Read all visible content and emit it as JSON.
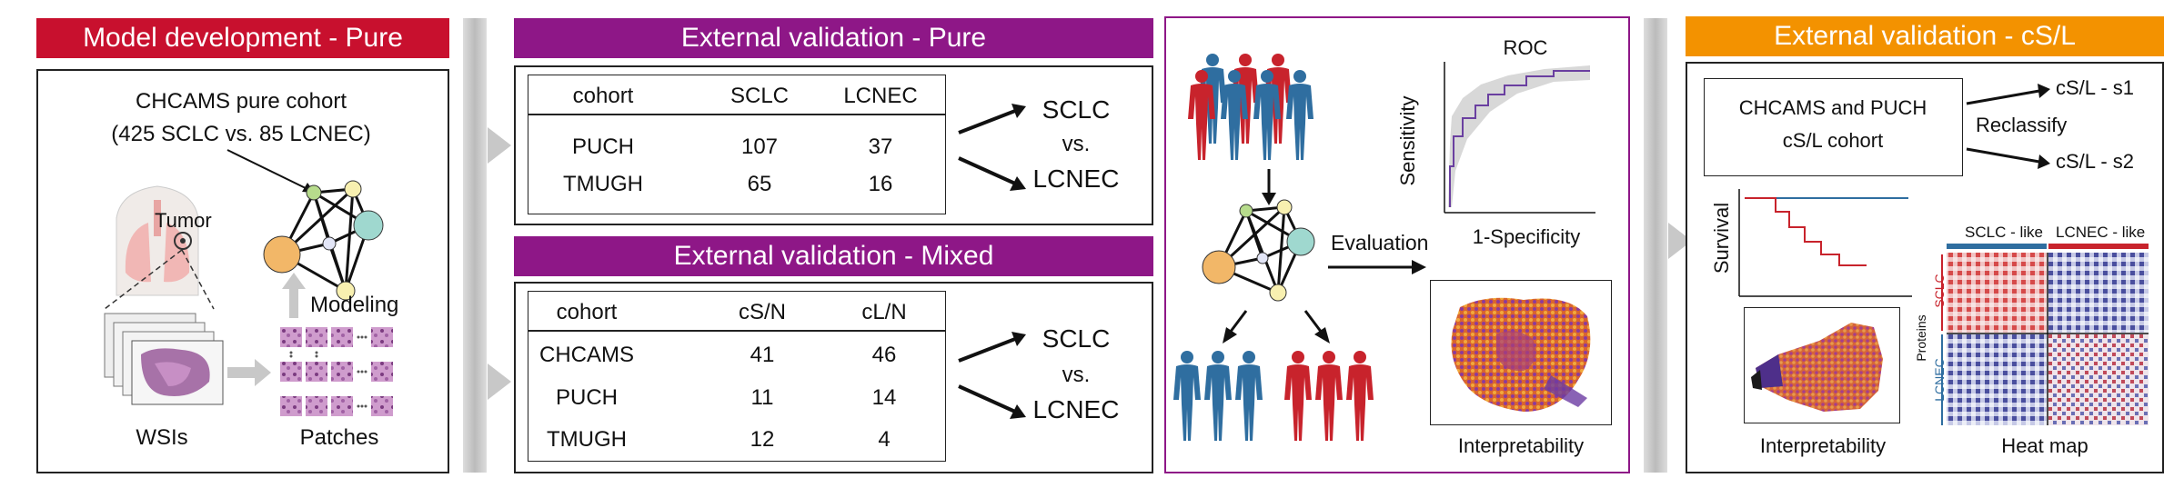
{
  "colors": {
    "dev_red": "#c8102e",
    "ext_purple": "#8e1787",
    "cs_orange": "#f39200",
    "sclc_blue": "#2f6ea0",
    "lcnec_red": "#c8232c"
  },
  "panel_dev": {
    "title": "Model development - Pure",
    "cohort_line1": "CHCAMS pure cohort",
    "cohort_line2": "(425 SCLC vs. 85 LCNEC)",
    "tumor": "Tumor",
    "modeling": "Modeling",
    "wsis": "WSIs",
    "patches": "Patches"
  },
  "panel_pure": {
    "title": "External validation - Pure",
    "headers": [
      "cohort",
      "SCLC",
      "LCNEC"
    ],
    "rows": [
      [
        "PUCH",
        "107",
        "37"
      ],
      [
        "TMUGH",
        "65",
        "16"
      ]
    ],
    "out1": "SCLC",
    "out2": "vs.",
    "out3": "LCNEC"
  },
  "panel_mixed": {
    "title": "External validation - Mixed",
    "headers": [
      "cohort",
      "cS/N",
      "cL/N"
    ],
    "rows": [
      [
        "CHCAMS",
        "41",
        "46"
      ],
      [
        "PUCH",
        "11",
        "14"
      ],
      [
        "TMUGH",
        "12",
        "4"
      ]
    ],
    "out1": "SCLC",
    "out2": "vs.",
    "out3": "LCNEC"
  },
  "panel_eval": {
    "roc_title": "ROC",
    "y_label": "Sensitivity",
    "x_label": "1-Specificity",
    "evaluation": "Evaluation",
    "interpretability": "Interpretability"
  },
  "panel_cs": {
    "title": "External validation - cS/L",
    "cohort_line1": "CHCAMS and PUCH",
    "cohort_line2": "cS/L cohort",
    "s1": "cS/L - s1",
    "s2": "cS/L - s2",
    "reclassify": "Reclassify",
    "survival": "Survival",
    "sclc_like": "SCLC - like",
    "lcnec_like": "LCNEC - like",
    "proteins": "Proteins",
    "sclc": "SCLC",
    "lcnec": "LCNEC",
    "interpretability": "Interpretability",
    "heatmap": "Heat map"
  }
}
